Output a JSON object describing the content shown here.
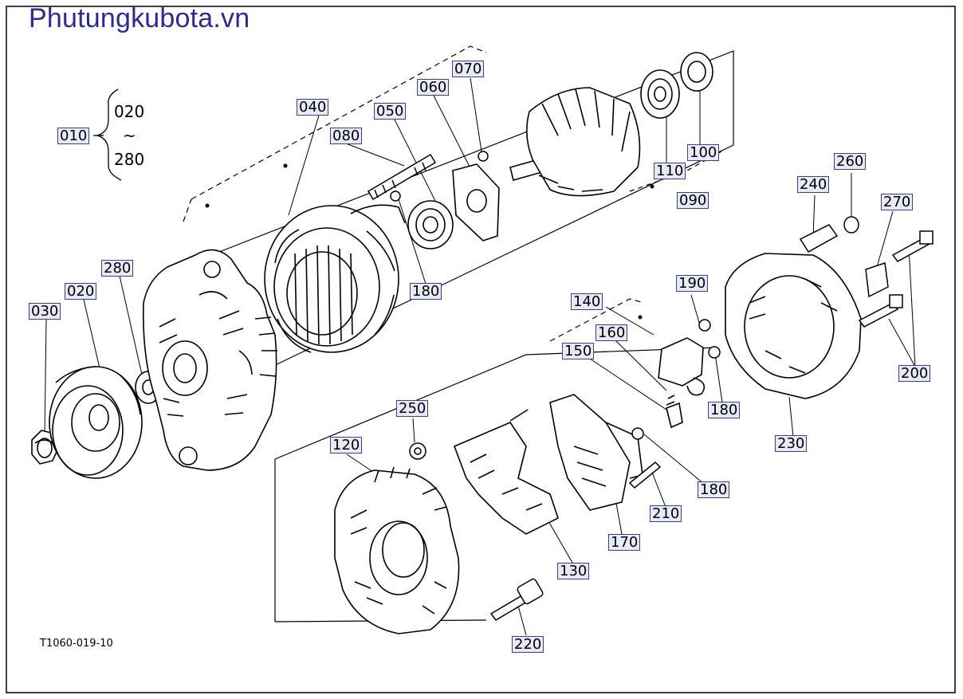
{
  "site_title": "Phutungkubota.vn",
  "drawing_code": "T1060-019-10",
  "range_note": {
    "from": "020",
    "tilde": "~",
    "to": "280"
  },
  "labels": {
    "p010": "010",
    "p020a": "020",
    "p030": "030",
    "p040": "040",
    "p050": "050",
    "p060": "060",
    "p070": "070",
    "p080": "080",
    "p090": "090",
    "p100": "100",
    "p110": "110",
    "p120": "120",
    "p130": "130",
    "p140": "140",
    "p150": "150",
    "p160": "160",
    "p170": "170",
    "p180a": "180",
    "p180b": "180",
    "p180c": "180",
    "p190": "190",
    "p200": "200",
    "p210": "210",
    "p220": "220",
    "p230": "230",
    "p240": "240",
    "p250": "250",
    "p260": "260",
    "p270": "270",
    "p280": "280"
  }
}
